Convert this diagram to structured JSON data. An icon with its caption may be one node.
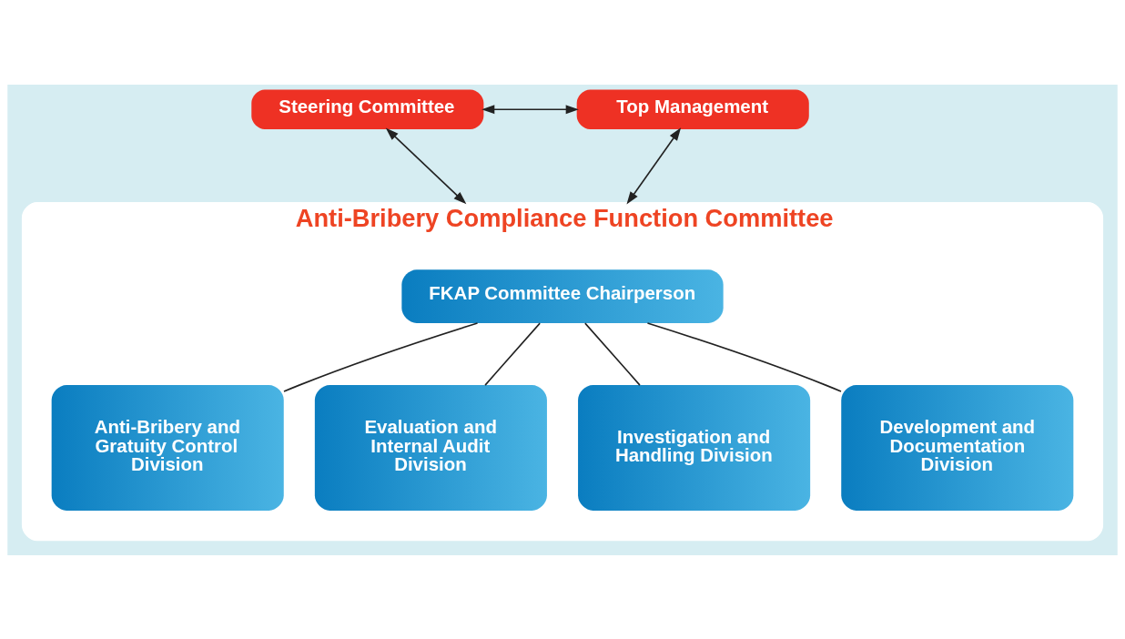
{
  "diagram": {
    "nodes": [
      {
        "text": [
          "Steering Committee"
        ]
      },
      {
        "text": [
          "Top Management"
        ]
      },
      {
        "text": [
          "Anti-Bribery Compliance Function Committee"
        ]
      },
      {
        "text": [
          "FKAP Committee Chairperson"
        ],
        "in": 2
      },
      {
        "text": [
          "Anti-Bribery and Gratuity Control Division"
        ],
        "in": 2
      },
      {
        "text": [
          "Evaluation and Internal Audit Division"
        ],
        "in": 2
      },
      {
        "text": [
          "Investigation and Handling Division"
        ],
        "in": 2
      },
      {
        "text": [
          "Development and Documentation Division"
        ],
        "in": 2
      }
    ],
    "edges": [
      {
        "from": 0,
        "to": 1,
        "arrow": "both"
      },
      {
        "from": 0,
        "to": 2,
        "arrow": "both"
      },
      {
        "from": 1,
        "to": 2,
        "arrow": "both"
      },
      {
        "from": 3,
        "to": 4,
        "arrow": "none"
      },
      {
        "from": 3,
        "to": 5,
        "arrow": "none"
      },
      {
        "from": 3,
        "to": 6,
        "arrow": "none"
      },
      {
        "from": 3,
        "to": 7,
        "arrow": "none"
      }
    ]
  }
}
